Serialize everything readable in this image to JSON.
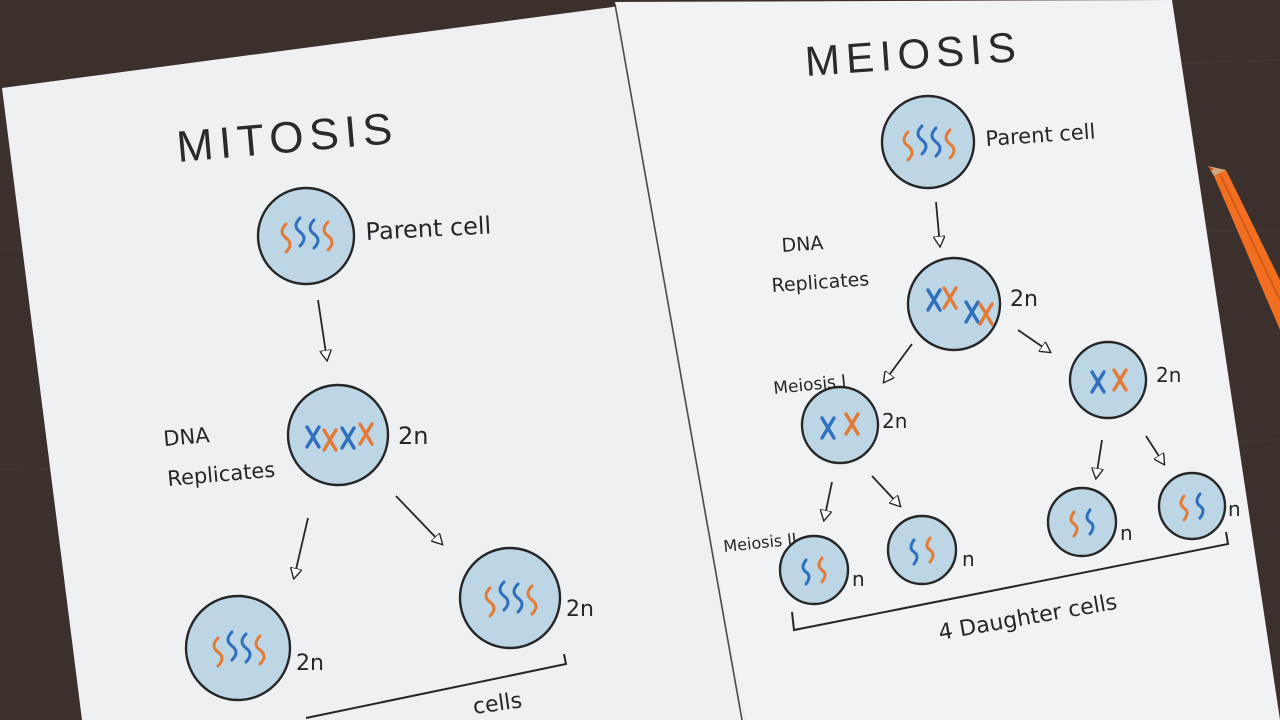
{
  "colors": {
    "desk": "#3b302c",
    "paper": "#eff0f1",
    "ink": "#262626",
    "cell_fill": "#bcd6e6",
    "chrom_blue": "#2f6fbd",
    "chrom_orange": "#e37a35",
    "pencil_orange": "#f26f22"
  },
  "mitosis": {
    "title": "MITOSIS",
    "parent_label": "Parent cell",
    "dna_line1": "DNA",
    "dna_line2": "Replicates",
    "ploidy_replicated": "2n",
    "ploidy_daughter_left": "2n",
    "ploidy_daughter_right": "2n",
    "daughter_label": "cells"
  },
  "meiosis": {
    "title": "MEIOSIS",
    "parent_label": "Parent cell",
    "dna_line1": "DNA",
    "dna_line2": "Replicates",
    "ploidy_replicated": "2n",
    "meiosis1_label": "Meiosis I",
    "ploidy_m1_left": "2n",
    "ploidy_m1_right": "2n",
    "meiosis2_label": "Meiosis II",
    "ploidy_final": [
      "n",
      "n",
      "n",
      "n"
    ],
    "daughter_label": "4 Daughter cells"
  }
}
